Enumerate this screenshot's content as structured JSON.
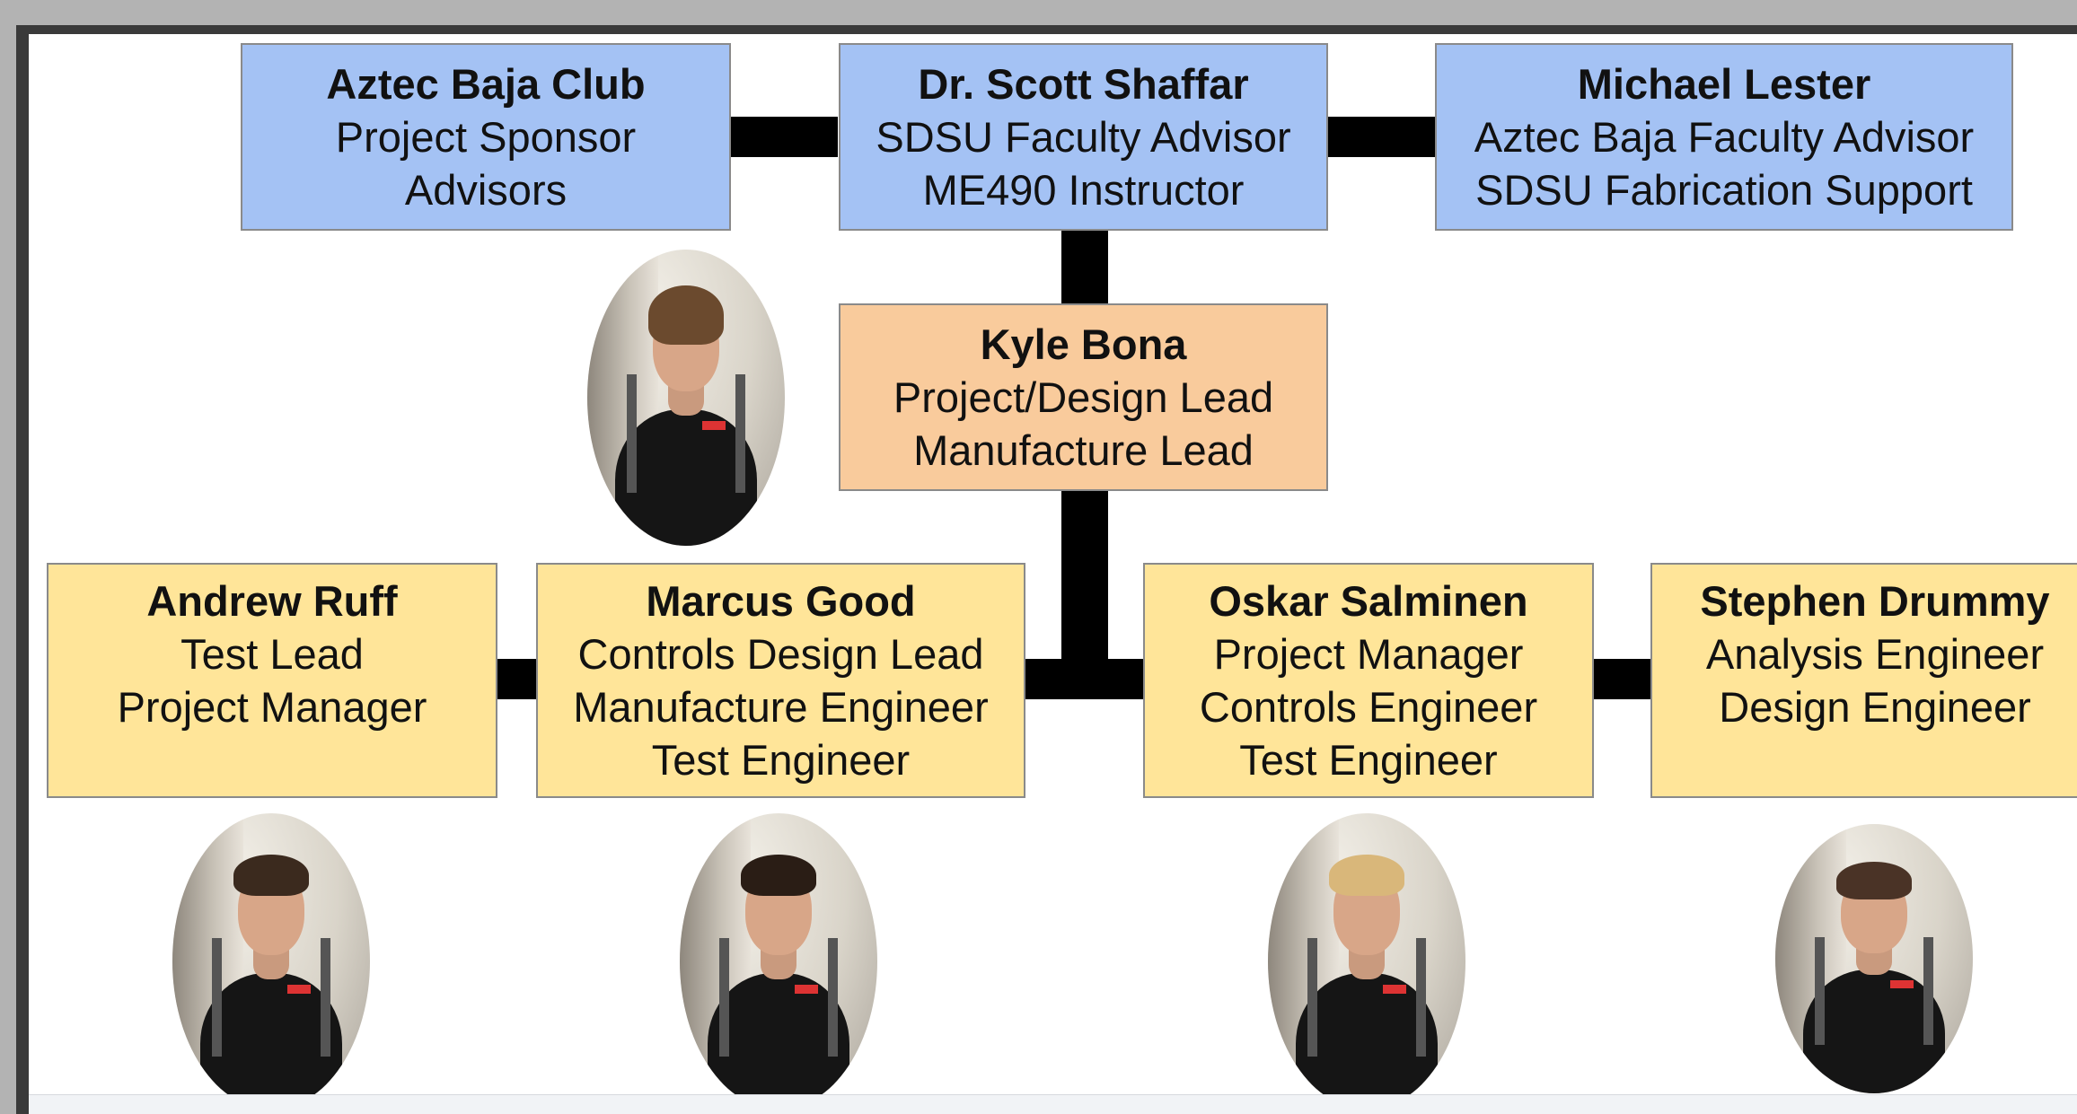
{
  "advisors": [
    {
      "name": "Aztec Baja Club",
      "roles": [
        "Project Sponsor",
        "Advisors"
      ]
    },
    {
      "name": "Dr. Scott Shaffar",
      "roles": [
        "SDSU Faculty Advisor",
        "ME490 Instructor"
      ]
    },
    {
      "name": "Michael Lester",
      "roles": [
        "Aztec Baja Faculty Advisor",
        "SDSU Fabrication Support"
      ]
    }
  ],
  "lead": {
    "name": "Kyle Bona",
    "roles": [
      "Project/Design Lead",
      "Manufacture Lead"
    ]
  },
  "team": [
    {
      "name": "Andrew Ruff",
      "roles": [
        "Test Lead",
        "Project Manager"
      ]
    },
    {
      "name": "Marcus Good",
      "roles": [
        "Controls Design Lead",
        "Manufacture Engineer",
        "Test Engineer"
      ]
    },
    {
      "name": "Oskar Salminen",
      "roles": [
        "Project Manager",
        "Controls Engineer",
        "Test Engineer"
      ]
    },
    {
      "name": "Stephen Drummy",
      "roles": [
        "Analysis Engineer",
        "Design Engineer"
      ]
    }
  ],
  "colors": {
    "advisor_box": "#a4c2f4",
    "lead_box": "#f9cb9c",
    "team_box": "#ffe599",
    "connector": "#000000"
  }
}
